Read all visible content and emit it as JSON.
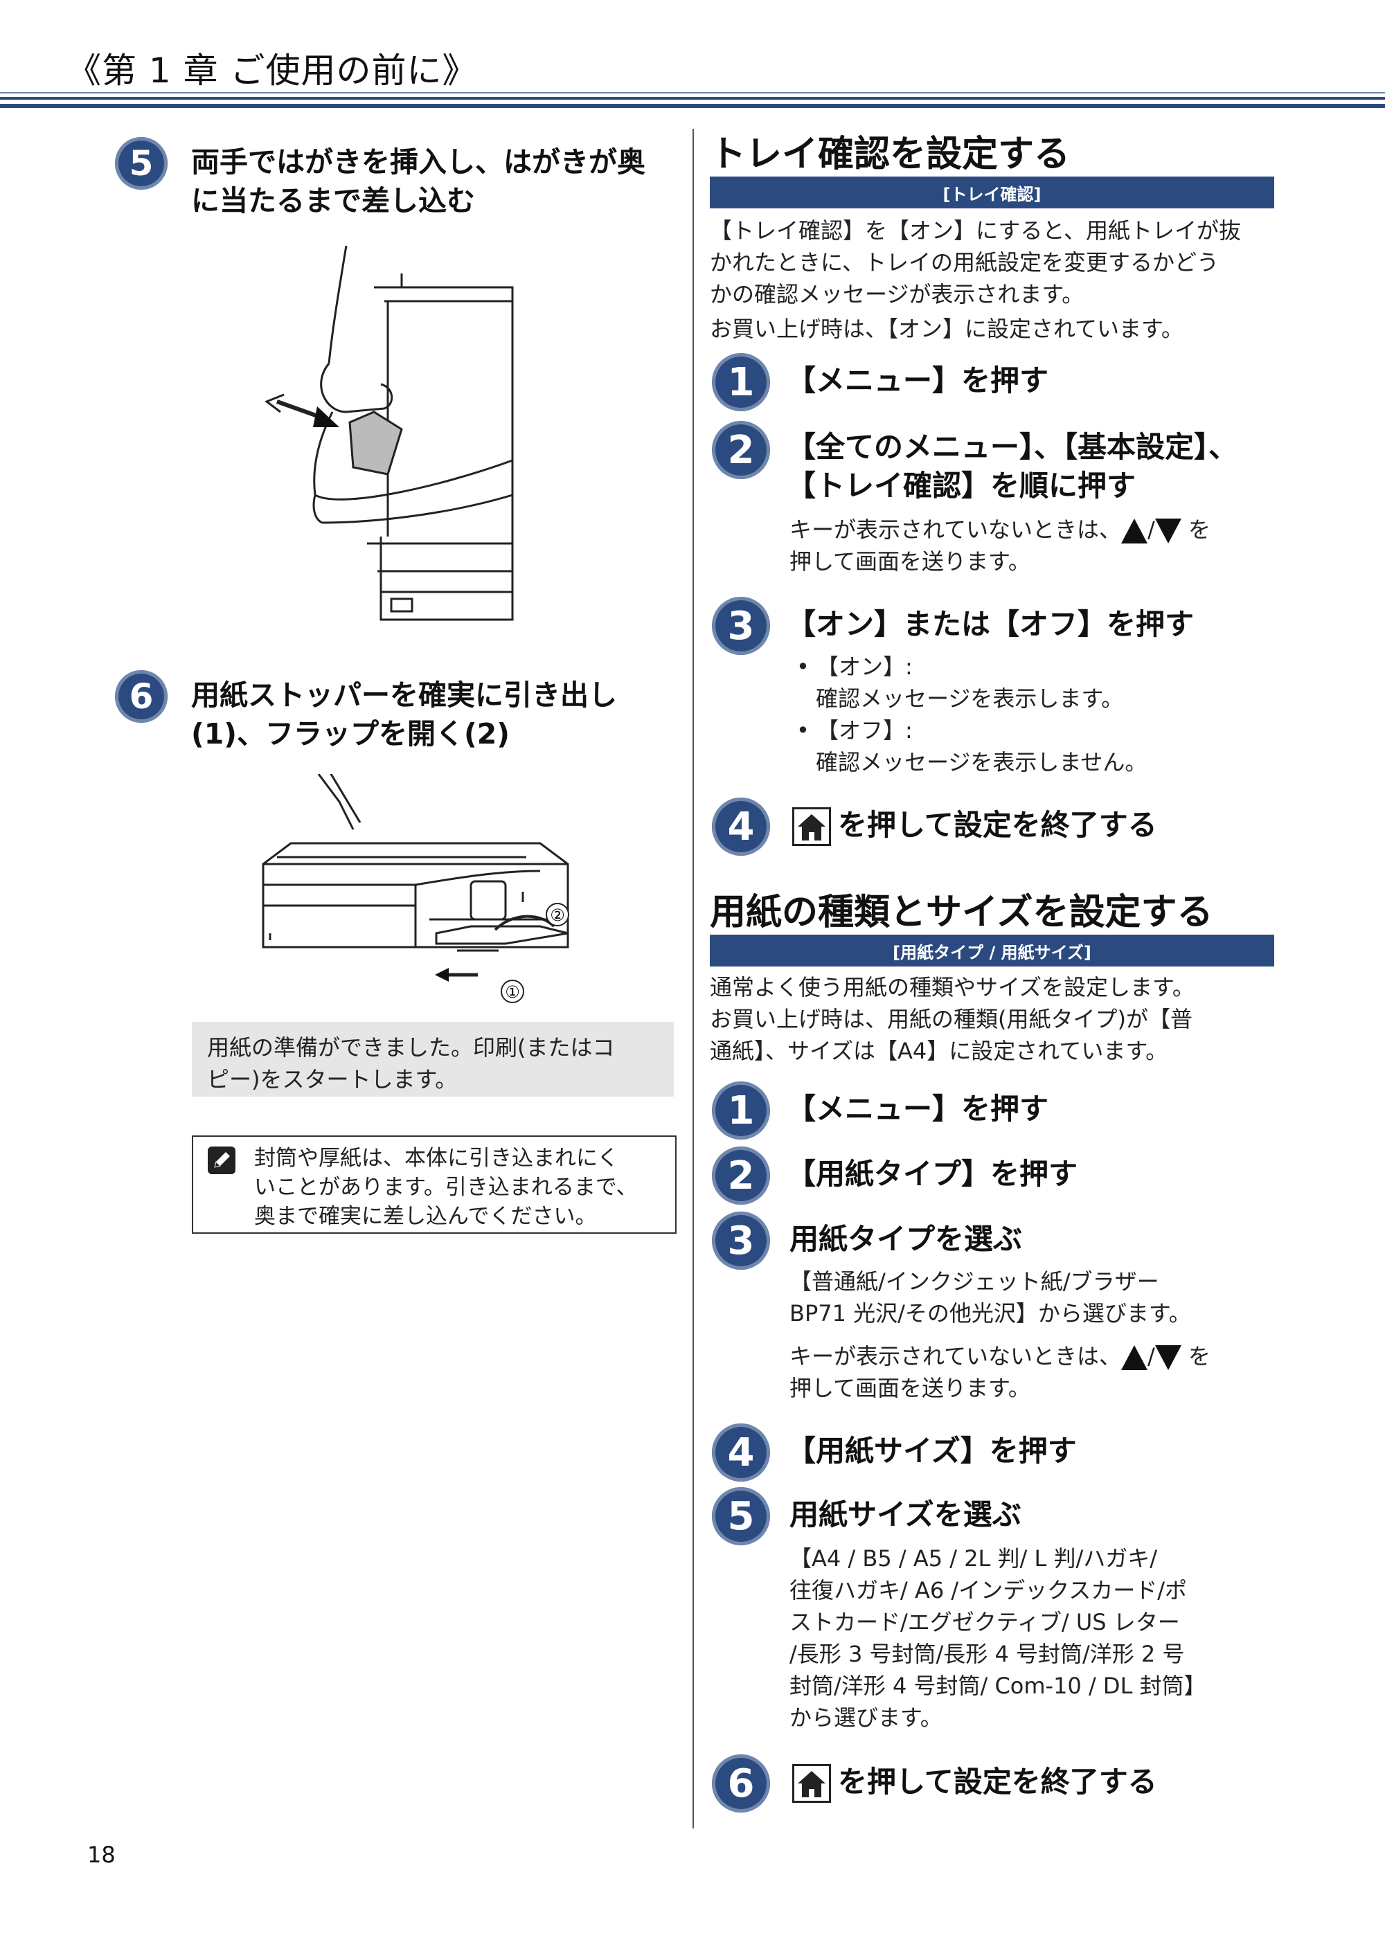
{
  "header": {
    "chapter": "《第 1 章 ご使用の前に》"
  },
  "left": {
    "step5": {
      "num": "5",
      "line1": "両手ではがきを挿入し、はがきが奥",
      "line2": "に当たるまで差し込む"
    },
    "step6": {
      "num": "6",
      "line1": "用紙ストッパーを確実に引き出し",
      "line2": "(1)、フラップを開く(2)"
    },
    "illustration2": {
      "callout1": "①",
      "callout2": "②"
    },
    "result": {
      "line1": "用紙の準備ができました。印刷(またはコ",
      "line2": "ピー)をスタートします。"
    },
    "note": {
      "line1": "封筒や厚紙は、本体に引き込まれにく",
      "line2": "いことがあります。引き込まれるまで、",
      "line3": "奥まで確実に差し込んでください。"
    }
  },
  "tray_section": {
    "title": "トレイ確認を設定する",
    "bar": "[トレイ確認]",
    "intro": [
      "【トレイ確認】を【オン】にすると、用紙トレイが抜",
      "かれたときに、トレイの用紙設定を変更するかどう",
      "かの確認メッセージが表示されます。"
    ],
    "default": "お買い上げ時は、【オン】に設定されています。",
    "steps": [
      {
        "num": "1",
        "label": "【メニュー】を押す"
      },
      {
        "num": "2",
        "line1": "【全てのメニュー】、【基本設定】、",
        "line2": "【トレイ確認】を順に押す",
        "hint1a": "キーが表示されていないときは、",
        "hint1b": "/",
        "hint1c": "を",
        "hint2": "押して画面を送ります。"
      },
      {
        "num": "3",
        "label": "【オン】または【オフ】を押す",
        "bullets": [
          {
            "head": "【オン】:",
            "desc": "確認メッセージを表示します。"
          },
          {
            "head": "【オフ】:",
            "desc": "確認メッセージを表示しません。"
          }
        ]
      },
      {
        "num": "4",
        "label": "を押して設定を終了する"
      }
    ]
  },
  "paper_section": {
    "title": "用紙の種類とサイズを設定する",
    "bar": "[用紙タイプ / 用紙サイズ]",
    "intro": [
      "通常よく使う用紙の種類やサイズを設定します。",
      "お買い上げ時は、用紙の種類(用紙タイプ)が【普",
      "通紙】、サイズは【A4】に設定されています。"
    ],
    "steps": [
      {
        "num": "1",
        "label": "【メニュー】を押す"
      },
      {
        "num": "2",
        "label": "【用紙タイプ】を押す"
      },
      {
        "num": "3",
        "label": "用紙タイプを選ぶ",
        "desc": [
          "【普通紙/インクジェット紙/ブラザー",
          "BP71 光沢/その他光沢】から選びます。"
        ],
        "hint1a": "キーが表示されていないときは、",
        "hint1b": "/",
        "hint1c": "を",
        "hint2": "押して画面を送ります。"
      },
      {
        "num": "4",
        "label": "【用紙サイズ】を押す"
      },
      {
        "num": "5",
        "label": "用紙サイズを選ぶ",
        "desc": [
          "【A4 / B5 / A5 / 2L 判/ L 判/ハガキ/",
          "往復ハガキ/ A6 /インデックスカード/ポ",
          "ストカード/エグゼクティブ/ US レター",
          "/長形 3 号封筒/長形 4 号封筒/洋形 2 号",
          "封筒/洋形 4 号封筒/ Com-10 / DL 封筒】",
          "から選びます。"
        ]
      },
      {
        "num": "6",
        "label": "を押して設定を終了する"
      }
    ]
  },
  "footer": {
    "page_number": "18"
  }
}
